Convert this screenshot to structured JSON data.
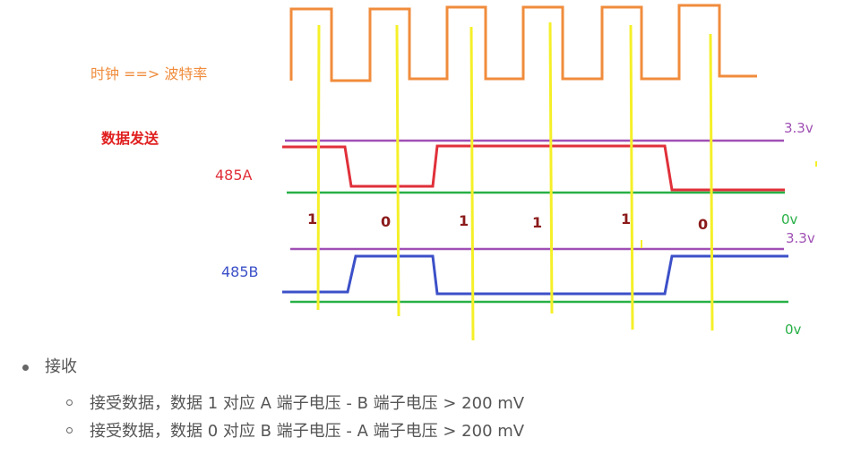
{
  "labels": {
    "clock": "时钟 ==> 波特率",
    "send_title": "数据发送",
    "line_a": "485A",
    "line_b": "485B",
    "v_high_a": "3.3v",
    "v_low_a": "0v",
    "v_high_b": "3.3v",
    "v_low_b": "0v"
  },
  "bits": [
    "1",
    "0",
    "1",
    "1",
    "1",
    "0"
  ],
  "colors": {
    "clock": "#f08c3c",
    "signal_a": "#e0303a",
    "signal_b": "#3c50c8",
    "high_level": "#a050b4",
    "low_level": "#28b046",
    "sample": "#f5f028",
    "bits": "#8b1a1a"
  },
  "receive": {
    "heading": "接收",
    "items": [
      "接受数据，数据 1 对应 A 端子电压 - B 端子电压 > 200 mV",
      "接受数据，数据 0 对应 B 端子电压 - A 端子电压 > 200 mV"
    ]
  }
}
